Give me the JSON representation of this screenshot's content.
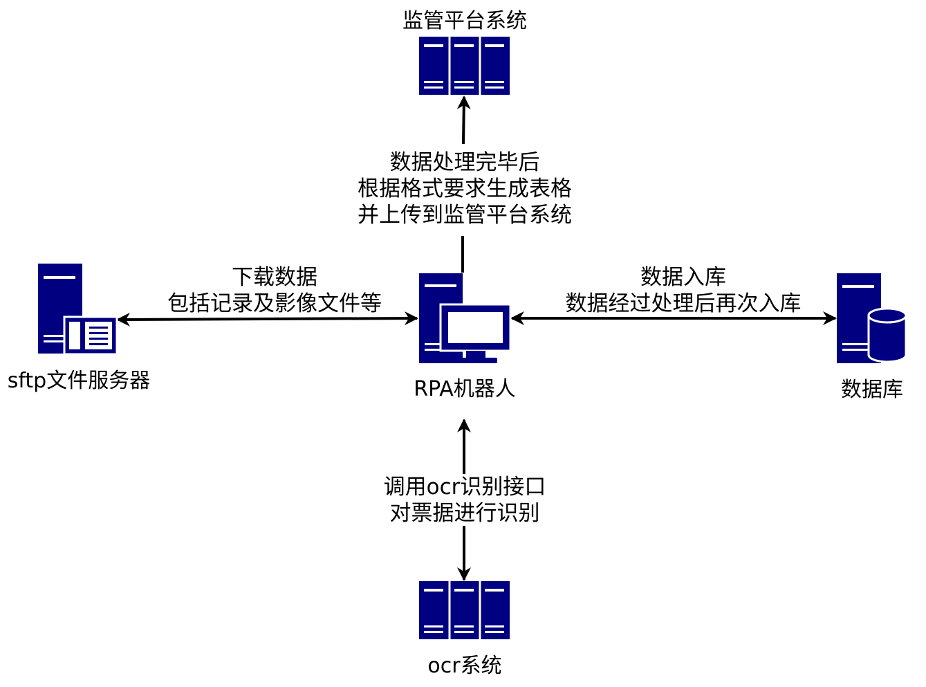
{
  "colors": {
    "server": "#000080",
    "arrow": "#000000",
    "background": "#ffffff"
  },
  "nodes": {
    "monitor": {
      "label": "监管平台系统",
      "icon": "server-rack-icon"
    },
    "sftp": {
      "label": "sftp文件服务器",
      "icon": "file-server-icon"
    },
    "rpa": {
      "label": "RPA机器人",
      "icon": "workstation-icon"
    },
    "database": {
      "label": "数据库",
      "icon": "database-server-icon"
    },
    "ocr": {
      "label": "ocr系统",
      "icon": "server-rack-icon"
    }
  },
  "edges": {
    "rpa_monitor": {
      "lines": [
        "数据处理完毕后",
        "根据格式要求生成表格",
        "并上传到监管平台系统"
      ]
    },
    "rpa_sftp": {
      "lines": [
        "下载数据",
        "包括记录及影像文件等"
      ]
    },
    "rpa_database": {
      "lines": [
        "数据入库",
        "数据经过处理后再次入库"
      ]
    },
    "rpa_ocr": {
      "lines": [
        "调用ocr识别接口",
        "对票据进行识别"
      ]
    }
  }
}
